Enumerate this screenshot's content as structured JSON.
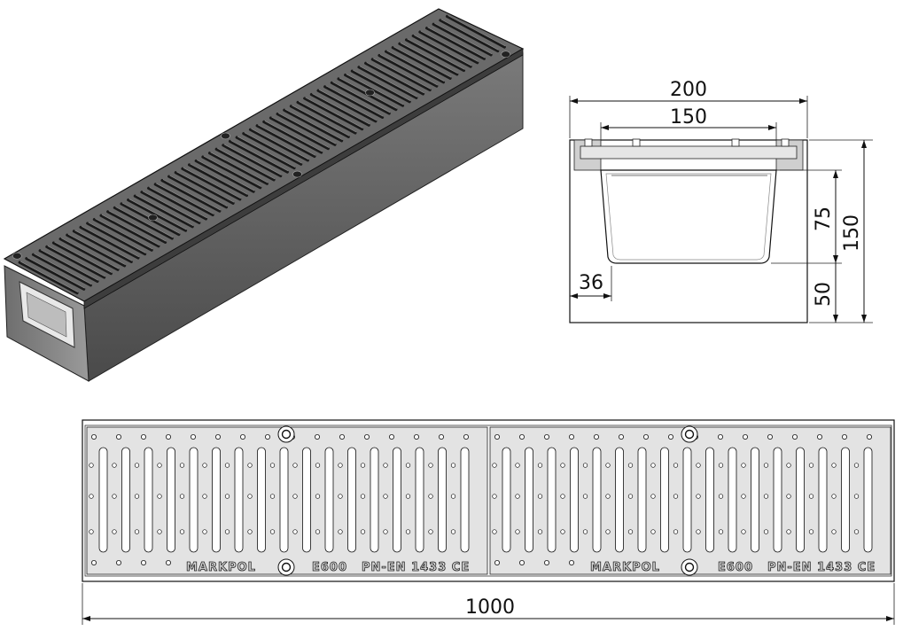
{
  "dimensions": {
    "outer_width": "200",
    "grate_width": "150",
    "total_height": "150",
    "inner_height": "75",
    "base_height": "50",
    "wall_offset": "36",
    "length": "1000"
  },
  "grate_markings": {
    "brand": "MARKPOL",
    "load_class": "E600",
    "standard": "PN-EN 1433 CE"
  },
  "colors": {
    "concrete_side": "#5e5e5e",
    "concrete_front": "#8a8a8a",
    "grate_top": "#6f6f6f",
    "grate_line": "#111111",
    "plan_fill": "#d9d9d9"
  }
}
